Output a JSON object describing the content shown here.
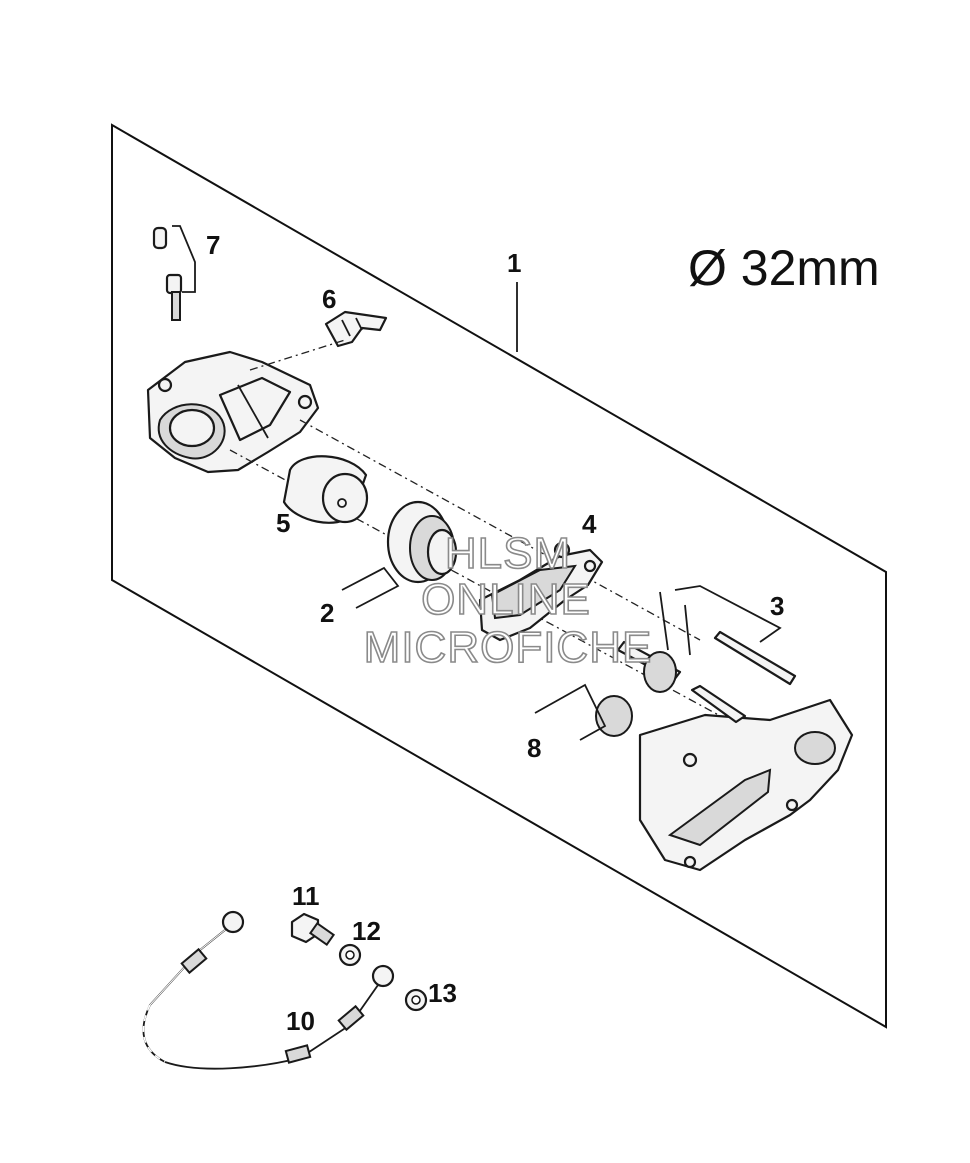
{
  "diameter_label": "Ø 32mm",
  "callouts": {
    "c1": "1",
    "c2": "2",
    "c3": "3",
    "c4": "4",
    "c5": "5",
    "c6": "6",
    "c7": "7",
    "c8": "8",
    "c10": "10",
    "c11": "11",
    "c12": "12",
    "c13": "13"
  },
  "watermark": {
    "line1": "HLSM",
    "line2": "ONLINE",
    "line3": "MICROFICHE"
  }
}
